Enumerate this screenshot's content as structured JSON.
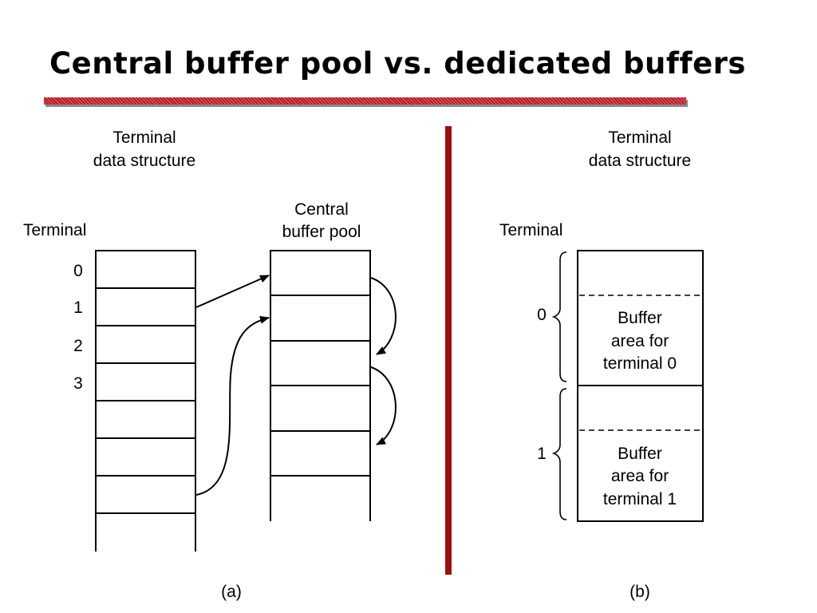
{
  "title": "Central buffer pool vs. dedicated buffers",
  "panel_a": {
    "structure_label": [
      "Terminal",
      "data structure"
    ],
    "terminal_label": "Terminal",
    "pool_label": [
      "Central",
      "buffer pool"
    ],
    "indices": [
      "0",
      "1",
      "2",
      "3"
    ],
    "caption": "(a)"
  },
  "panel_b": {
    "structure_label": [
      "Terminal",
      "data structure"
    ],
    "terminal_label": "Terminal",
    "groups": [
      {
        "index": "0",
        "buffer_label": [
          "Buffer",
          "area for",
          "terminal 0"
        ]
      },
      {
        "index": "1",
        "buffer_label": [
          "Buffer",
          "area for",
          "terminal 1"
        ]
      }
    ],
    "caption": "(b)"
  },
  "colors": {
    "divider": "#9a1010",
    "title_rule": "#b01c26"
  }
}
